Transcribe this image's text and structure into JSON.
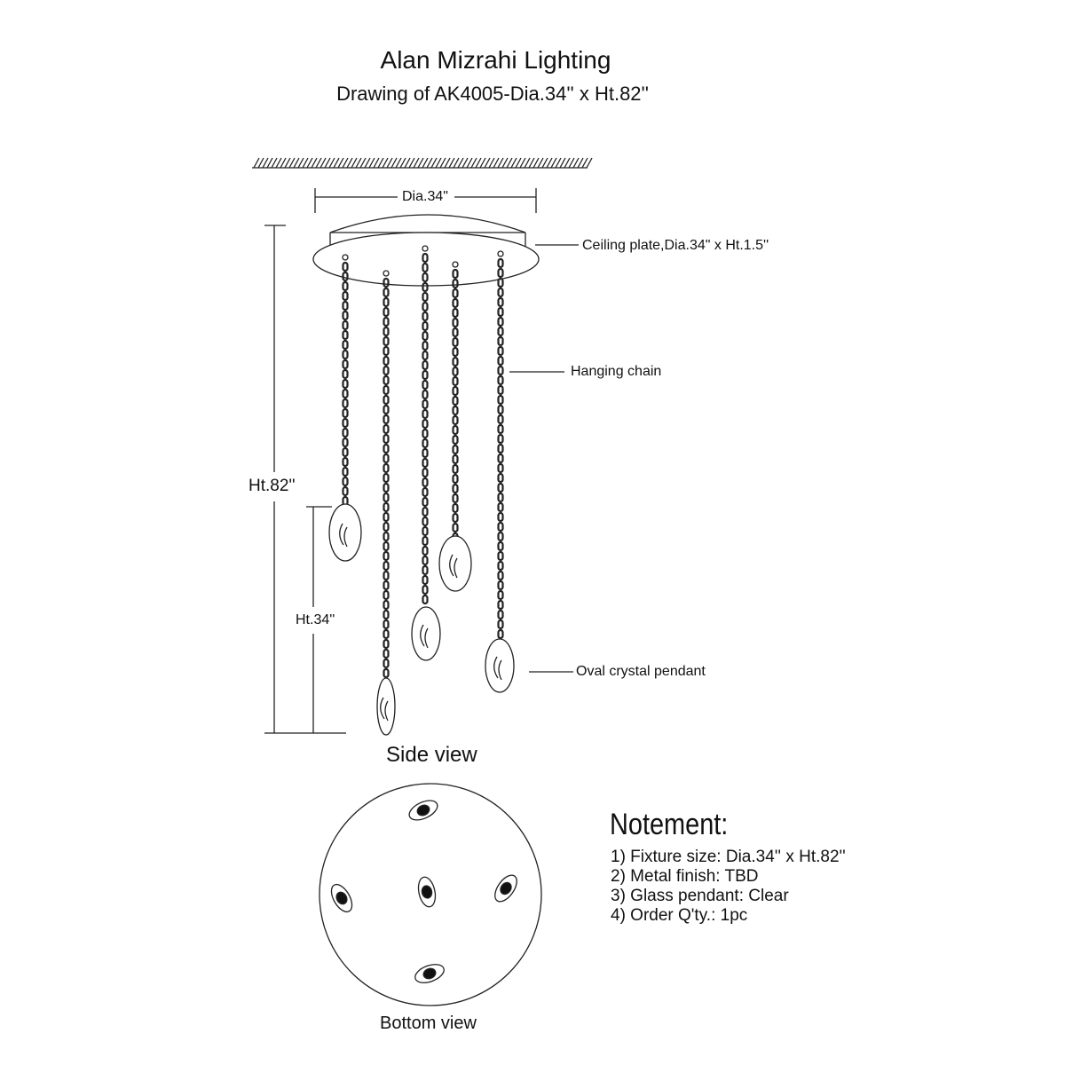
{
  "header": {
    "title": "Alan Mizrahi Lighting",
    "subtitle": "Drawing of AK4005-Dia.34'' x Ht.82''"
  },
  "side_view": {
    "label": "Side view",
    "dia_label": "Dia.34\"",
    "height_label": "Ht.82''",
    "lower_height_label": "Ht.34''",
    "callouts": {
      "ceiling_plate": "Ceiling plate,Dia.34\" x Ht.1.5''",
      "hanging_chain": "Hanging chain",
      "pendant": "Oval crystal pendant"
    }
  },
  "bottom_view": {
    "label": "Bottom view"
  },
  "notes": {
    "title": "Notement:",
    "items": [
      "1) Fixture size: Dia.34'' x Ht.82''",
      "2) Metal finish: TBD",
      "3) Glass pendant: Clear",
      "4) Order Q'ty.: 1pc"
    ]
  }
}
